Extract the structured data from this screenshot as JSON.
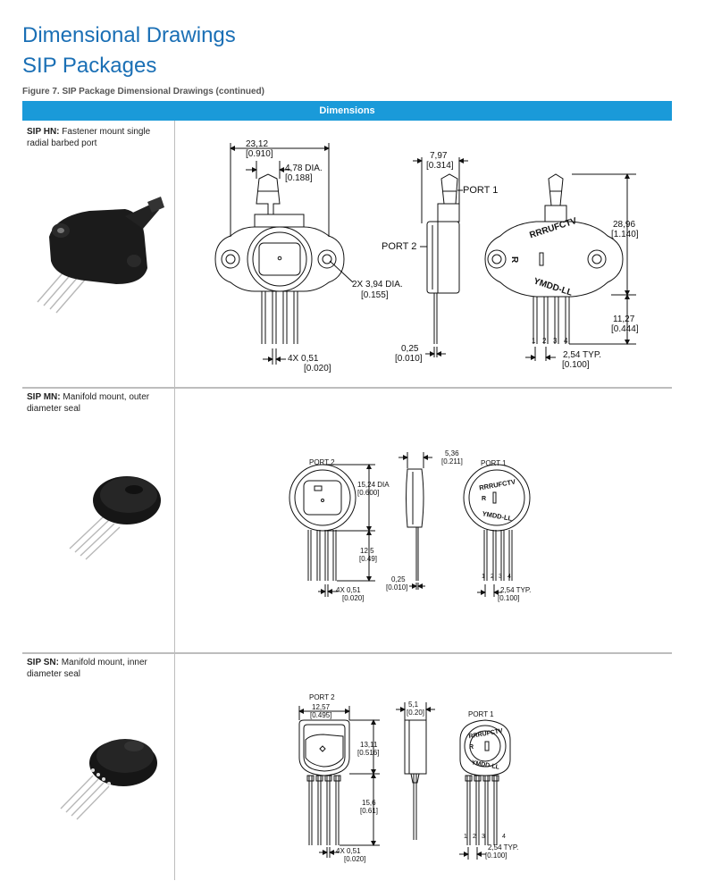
{
  "title_line1": "Dimensional Drawings",
  "title_line2": "SIP Packages",
  "figure_caption": "Figure 7. SIP Package Dimensional Drawings (continued)",
  "table_header": "Dimensions",
  "rows": [
    {
      "code": "SIP HN:",
      "description": " Fastener mount single radial barbed port",
      "labels": {
        "width_mm": "23,12",
        "width_in": "[0.910]",
        "port_dia_mm": "4,78 DIA.",
        "port_dia_in": "[0.188]",
        "depth_mm": "7,97",
        "depth_in": "[0.314]",
        "port1": "PORT 1",
        "port2": "PORT 2",
        "hole_mm": "2X 3,94 DIA.",
        "hole_in": "[0.155]",
        "height_mm": "28,96",
        "height_in": "[1.140]",
        "lead_len_mm": "11,27",
        "lead_len_in": "[0.444]",
        "thick_mm": "0,25",
        "thick_in": "[0.010]",
        "lead_w_mm": "4X 0,51",
        "lead_w_in": "[0.020]",
        "pitch_mm": "2,54 TYP.",
        "pitch_in": "[0.100]",
        "marking_top": "RRRUFCTV",
        "marking_bottom": "YMDD-LL",
        "marking_r": "R",
        "pin1": "1",
        "pin2": "2",
        "pin3": "3",
        "pin4": "4"
      }
    },
    {
      "code": "SIP MN:",
      "description": " Manifold mount, outer diameter seal",
      "labels": {
        "port2": "PORT 2",
        "port1": "PORT 1",
        "dia_mm": "15,24 DIA",
        "dia_in": "[0.600]",
        "depth_mm": "5,36",
        "depth_in": "[0.211]",
        "lead_len_mm": "12,5",
        "lead_len_in": "[0.49]",
        "thick_mm": "0,25",
        "thick_in": "[0.010]",
        "lead_w_mm": "4X 0,51",
        "lead_w_in": "[0.020]",
        "pitch_mm": "2,54 TYP.",
        "pitch_in": "[0.100]",
        "marking_top": "RRRUFCTV",
        "marking_bottom": "YMDD-LL",
        "marking_r": "R",
        "pin1": "1",
        "pin2": "2",
        "pin3": "3",
        "pin4": "4"
      }
    },
    {
      "code": "SIP SN:",
      "description": " Manifold mount, inner diameter seal",
      "labels": {
        "port2": "PORT 2",
        "port1": "PORT 1",
        "width_mm": "12,57",
        "width_in": "[0.495]",
        "depth_mm": "5,1",
        "depth_in": "[0.20]",
        "height_mm": "13,11",
        "height_in": "[0.516]",
        "lead_len_mm": "15,6",
        "lead_len_in": "[0.61]",
        "lead_w_mm": "4X 0,51",
        "lead_w_in": "[0.020]",
        "pitch_mm": "2,54 TYP.",
        "pitch_in": "[0.100]",
        "marking_top": "RRRUFCTV",
        "marking_bottom": "YMDD-LL",
        "marking_r": "R",
        "pin1": "1",
        "pin2": "2",
        "pin3": "3",
        "pin4": "4"
      }
    }
  ],
  "colors": {
    "title": "#1a6fb5",
    "band": "#1a9ad9",
    "rule": "#bdbdbd"
  }
}
